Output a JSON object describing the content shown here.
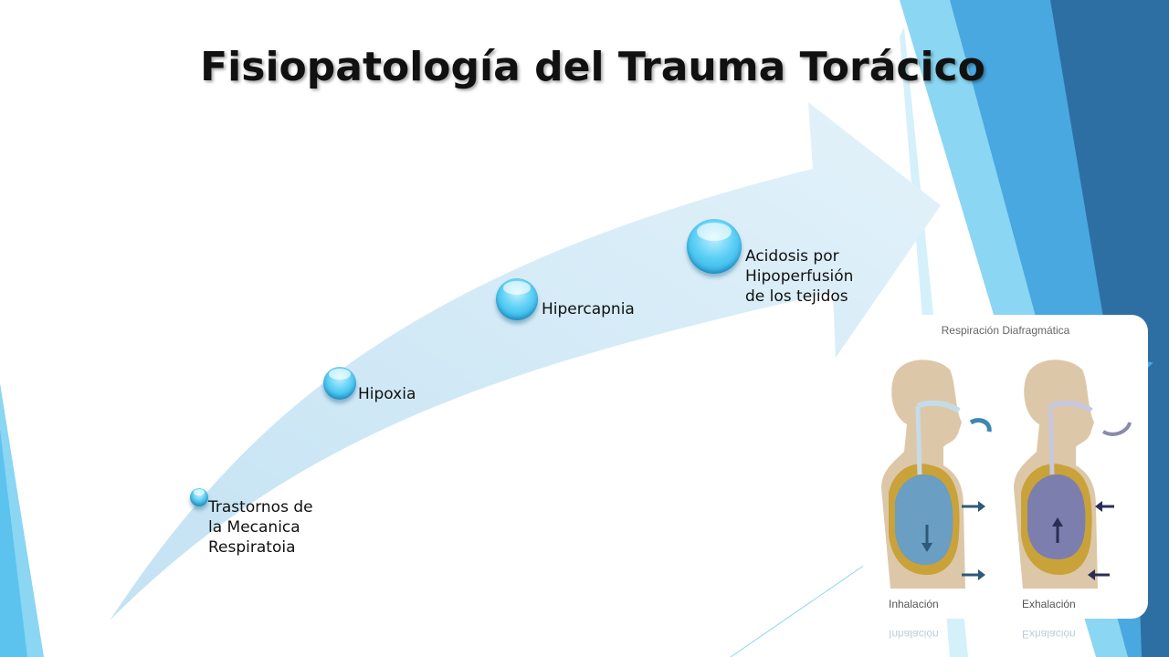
{
  "slide": {
    "title": "Fisiopatología del Trauma Torácico",
    "colors": {
      "accent_dark": "#2e6fa3",
      "accent_mid": "#3d9ad8",
      "accent_light": "#8ad6f3",
      "arrow_fill": "#d4ebf7"
    }
  },
  "process": {
    "steps": [
      {
        "label": "Trastornos de\nla Mecanica\nRespiratoia"
      },
      {
        "label": "Hipoxia"
      },
      {
        "label": "Hipercapnia"
      },
      {
        "label": "Acidosis por\nHipoperfusión\nde los tejidos"
      }
    ]
  },
  "figure": {
    "title": "Respiración Diafragmática",
    "captions": {
      "inhale": "Inhalación",
      "exhale": "Exhalación"
    }
  }
}
